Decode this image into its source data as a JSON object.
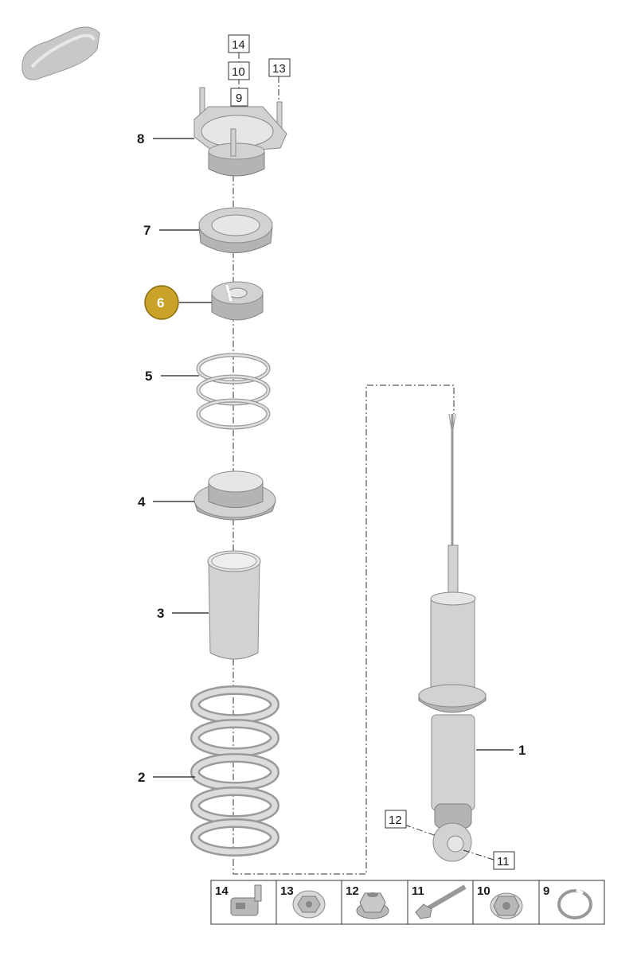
{
  "highlight_color": "#c9a227",
  "callouts": {
    "c1": "1",
    "c2": "2",
    "c3": "3",
    "c4": "4",
    "c5": "5",
    "c6": "6",
    "c7": "7",
    "c8": "8"
  },
  "boxed_labels": {
    "b14": "14",
    "b10": "10",
    "b9": "9",
    "b13": "13",
    "b12": "12",
    "b11": "11"
  },
  "legend": [
    {
      "num": "14",
      "icon": "sensor-icon"
    },
    {
      "num": "13",
      "icon": "flange-nut-icon"
    },
    {
      "num": "12",
      "icon": "collar-nut-icon"
    },
    {
      "num": "11",
      "icon": "bolt-icon"
    },
    {
      "num": "10",
      "icon": "hex-nut-icon"
    },
    {
      "num": "9",
      "icon": "snap-ring-icon"
    }
  ]
}
